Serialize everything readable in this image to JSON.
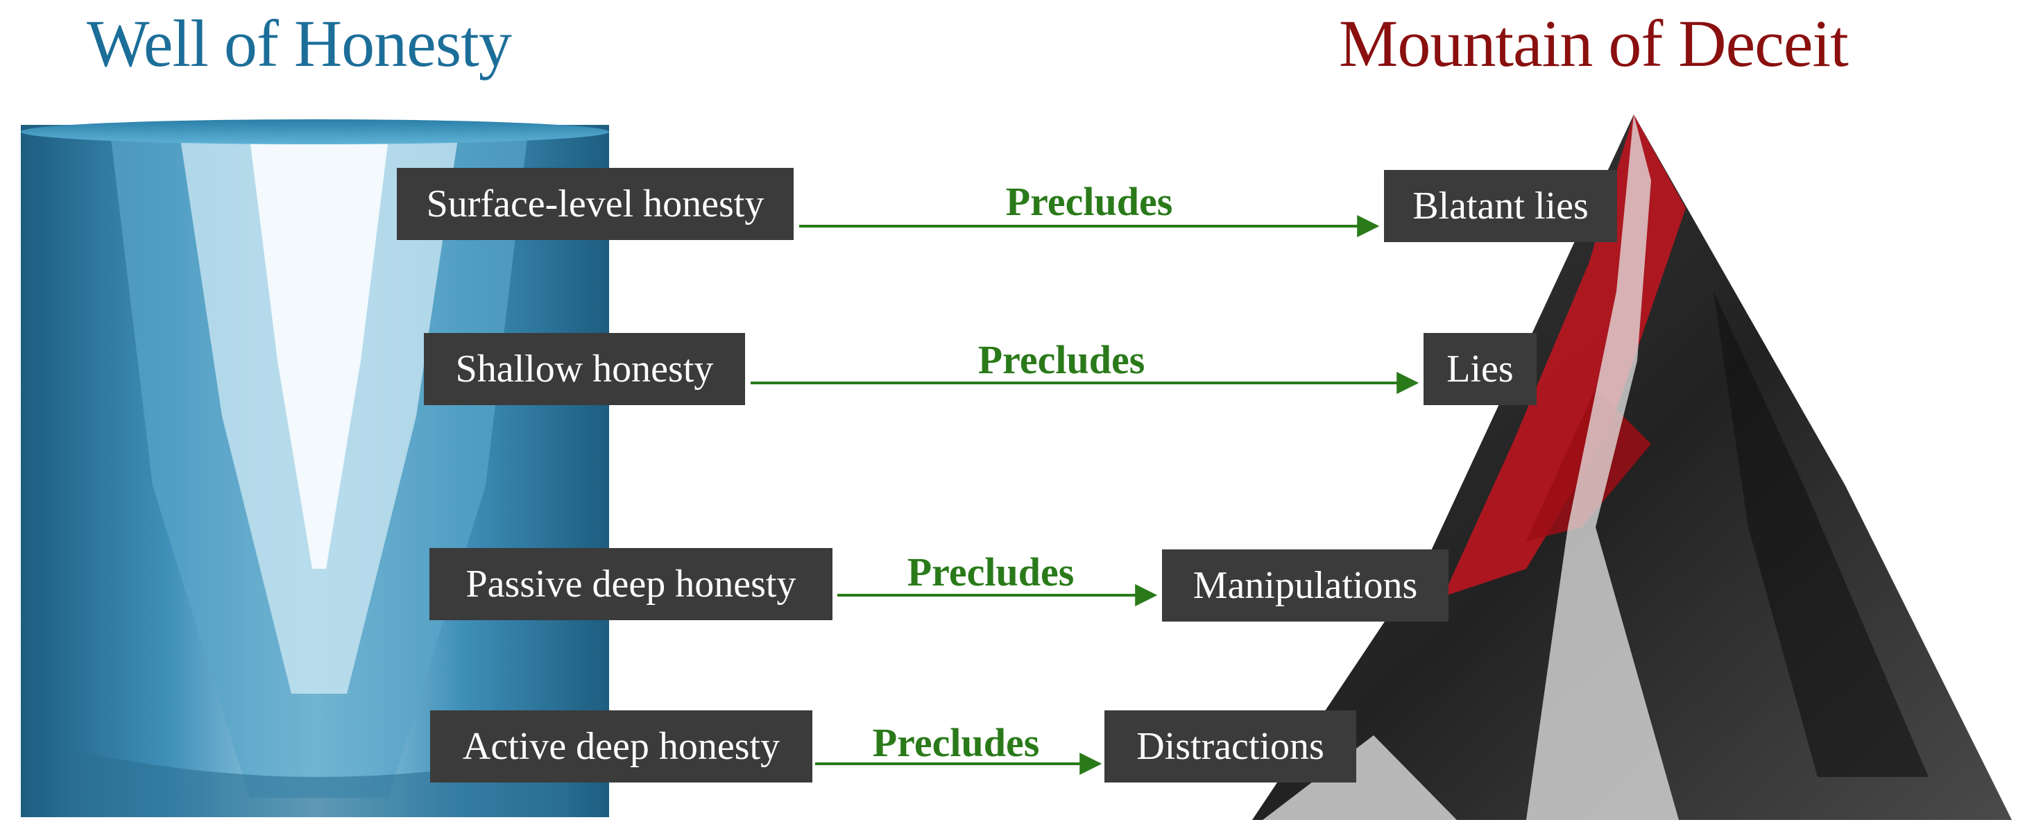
{
  "left_title": "Well of Honesty",
  "right_title": "Mountain of Deceit",
  "colors": {
    "left_title": "#1c6e99",
    "right_title": "#8a0f0f",
    "box_fill": "#3b3b3b",
    "box_text": "#ffffff",
    "arrow": "#2a7a1a"
  },
  "relations": [
    {
      "honesty": "Surface-level honesty",
      "verb": "Precludes",
      "deceit": "Blatant lies"
    },
    {
      "honesty": "Shallow honesty",
      "verb": "Precludes",
      "deceit": "Lies"
    },
    {
      "honesty": "Passive deep honesty",
      "verb": "Precludes",
      "deceit": "Manipulations"
    },
    {
      "honesty": "Active deep honesty",
      "verb": "Precludes",
      "deceit": "Distractions"
    }
  ]
}
